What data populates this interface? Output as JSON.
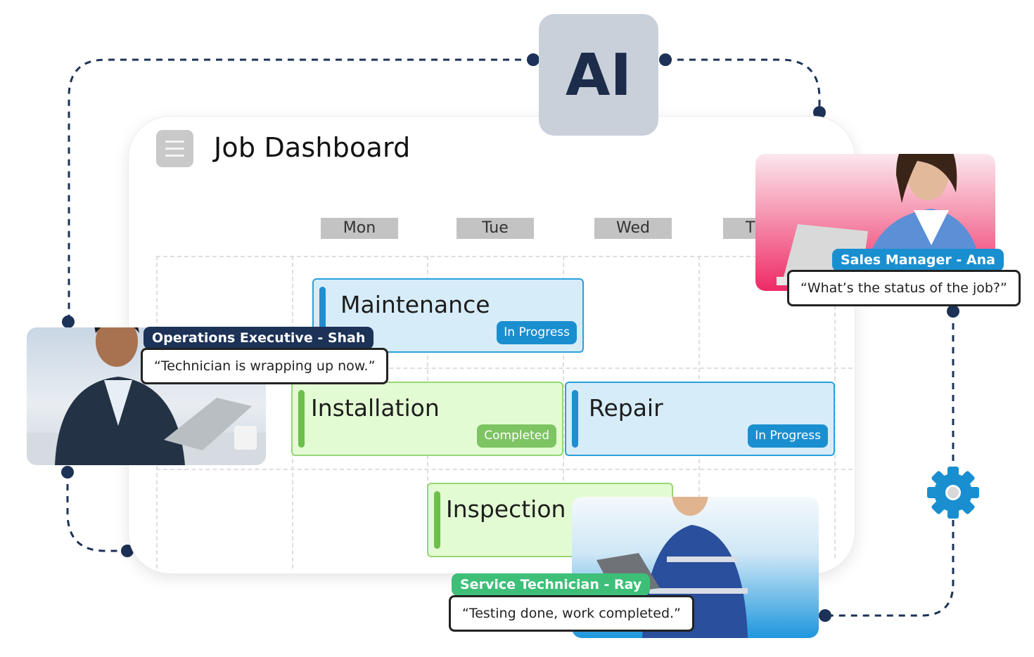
{
  "dashboard": {
    "title": "Job Dashboard",
    "days": [
      "Mon",
      "Tue",
      "Wed",
      "T"
    ]
  },
  "ai_badge": {
    "label": "AI"
  },
  "jobs": [
    {
      "title": "Maintenance",
      "status": "In Progress",
      "color": "blue"
    },
    {
      "title": "Installation",
      "status": "Completed",
      "color": "green"
    },
    {
      "title": "Repair",
      "status": "In Progress",
      "color": "blue"
    },
    {
      "title": "Inspection",
      "status": "",
      "color": "green"
    }
  ],
  "people": {
    "operations": {
      "role": "Operations Executive - Shah",
      "quote": "“Technician is wrapping up now.”",
      "tag_color": "#1c3257"
    },
    "sales": {
      "role": "Sales Manager - Ana",
      "quote": "“What’s the status of the job?”",
      "tag_color": "#1a8fd0"
    },
    "technician": {
      "role": "Service Technician - Ray",
      "quote": "“Testing done, work completed.”",
      "tag_color": "#3dbf78"
    }
  },
  "colors": {
    "connector": "#1c3257",
    "gear": "#1a8fd0",
    "status_blue": "#1a8fd0",
    "status_green": "#7dc462"
  },
  "icons": [
    "menu-icon",
    "gear-icon"
  ]
}
